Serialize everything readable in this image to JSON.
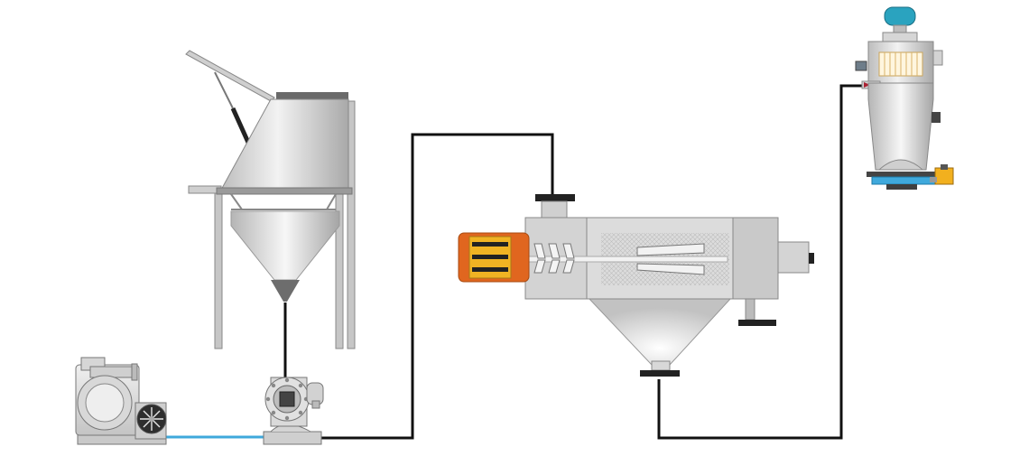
{
  "diagram": {
    "description_visible_text": "",
    "components": [
      {
        "id": "blower",
        "icon": "roots-blower-icon"
      },
      {
        "id": "hopper",
        "icon": "bag-dump-hopper-icon"
      },
      {
        "id": "rotary_valve",
        "icon": "rotary-valve-icon"
      },
      {
        "id": "sifter",
        "icon": "centrifugal-sifter-icon"
      },
      {
        "id": "receiver",
        "icon": "cyclone-receiver-icon"
      }
    ],
    "colors": {
      "body_light": "#e8e8e8",
      "body_mid": "#c8c8c8",
      "body_dark": "#9a9a9a",
      "outline": "#6e6e6e",
      "pipe": "#111111",
      "air_line": "#3fa9dc",
      "motor_orange": "#e0661f",
      "motor_yellow": "#f0b323",
      "receiver_motor_blue": "#2aa3bf",
      "valve_yellow": "#f2b01e",
      "mesh": "#b9b9b9"
    }
  }
}
